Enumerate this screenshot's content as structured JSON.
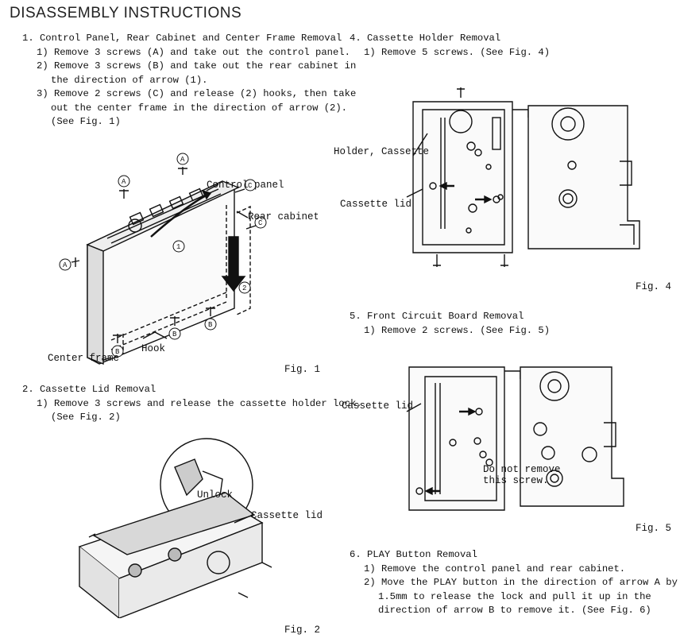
{
  "title": "DISASSEMBLY INSTRUCTIONS",
  "left": {
    "s1": {
      "heading": "1. Control Panel, Rear Cabinet and Center Frame Removal",
      "lines": [
        "1) Remove 3 screws (A) and take out the control panel.",
        "2) Remove 3 screws (B) and take out the rear cabinet in",
        "the direction of arrow (1).",
        "3) Remove 2 screws (C) and release (2) hooks, then take",
        "out the center frame in the direction of arrow (2).",
        "(See Fig. 1)"
      ]
    },
    "fig1": {
      "caption": "Fig. 1",
      "control_panel": "Control panel",
      "rear_cabinet": "Rear cabinet",
      "center_frame": "Center frame",
      "hook": "Hook",
      "screw_a": "A",
      "screw_b": "B",
      "screw_c": "C",
      "arrow_1": "1",
      "arrow_2": "2"
    },
    "s2": {
      "heading": "2. Cassette Lid Removal",
      "lines": [
        "1) Remove 3 screws and release the cassette holder lock.",
        "(See Fig. 2)"
      ]
    },
    "fig2": {
      "caption": "Fig. 2",
      "unlock": "Unlock",
      "cassette_lid": "Cassette lid"
    }
  },
  "right": {
    "s4": {
      "heading": "4. Cassette Holder Removal",
      "lines": [
        "1) Remove 5 screws. (See Fig. 4)"
      ]
    },
    "fig4": {
      "caption": "Fig. 4",
      "holder": "Holder, Cassette",
      "lid": "Cassette lid"
    },
    "s5": {
      "heading": "5. Front Circuit Board Removal",
      "lines": [
        "1) Remove 2 screws. (See Fig. 5)"
      ]
    },
    "fig5": {
      "caption": "Fig. 5",
      "lid": "Cassette lid",
      "note1": "Do not remove",
      "note2": "this screw."
    },
    "s6": {
      "heading": "6. PLAY Button Removal",
      "lines": [
        "1) Remove the control panel and rear cabinet.",
        "2) Move the PLAY button in the direction of arrow A by",
        "1.5mm to release the lock and pull it up in the",
        "direction of arrow B to remove it. (See Fig. 6)"
      ]
    }
  }
}
